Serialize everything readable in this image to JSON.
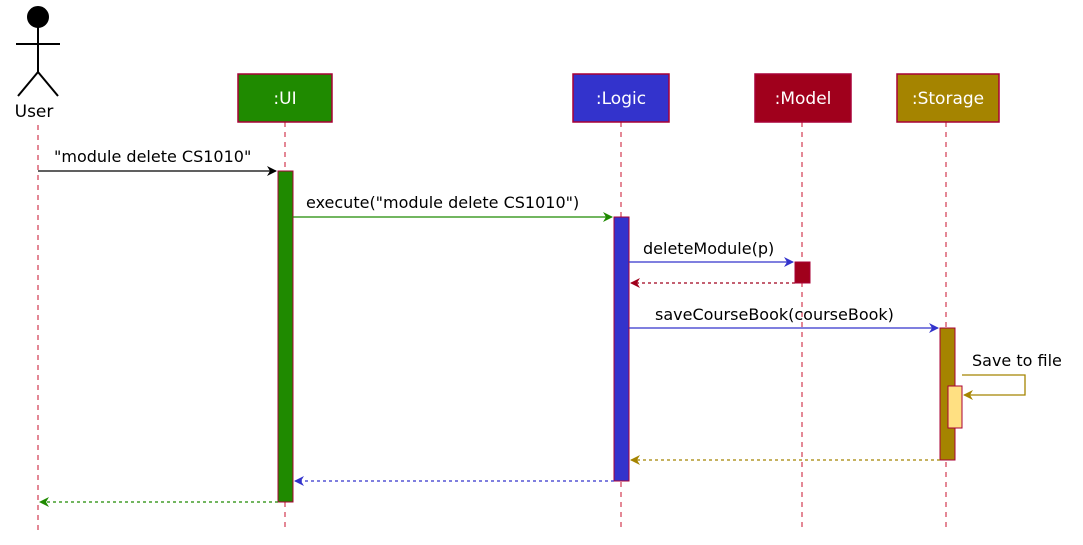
{
  "actor": {
    "label": "User",
    "icon": "stick-figure-icon"
  },
  "participants": [
    {
      "id": "ui",
      "label": ":UI",
      "fill": "#1f8a00",
      "border": "#a80036"
    },
    {
      "id": "logic",
      "label": ":Logic",
      "fill": "#3333cc",
      "border": "#a80036"
    },
    {
      "id": "model",
      "label": ":Model",
      "fill": "#a0001c",
      "border": "#a80036"
    },
    {
      "id": "storage",
      "label": ":Storage",
      "fill": "#a58400",
      "border": "#a80036"
    }
  ],
  "lifeline_color": "#c8102e",
  "messages": [
    {
      "from": "user",
      "to": "ui",
      "label": "\"module delete CS1010\"",
      "kind": "call",
      "color": "#000000"
    },
    {
      "from": "ui",
      "to": "logic",
      "label": "execute(\"module delete CS1010\")",
      "kind": "call",
      "color": "#1f8a00"
    },
    {
      "from": "logic",
      "to": "model",
      "label": "deleteModule(p)",
      "kind": "call",
      "color": "#3333cc"
    },
    {
      "from": "model",
      "to": "logic",
      "label": "",
      "kind": "return",
      "color": "#a0001c"
    },
    {
      "from": "logic",
      "to": "storage",
      "label": "saveCourseBook(courseBook)",
      "kind": "call",
      "color": "#3333cc"
    },
    {
      "from": "storage",
      "to": "storage",
      "label": "Save to file",
      "kind": "self",
      "color": "#a58400"
    },
    {
      "from": "storage",
      "to": "logic",
      "label": "",
      "kind": "return",
      "color": "#a58400"
    },
    {
      "from": "logic",
      "to": "ui",
      "label": "",
      "kind": "return",
      "color": "#3333cc"
    },
    {
      "from": "ui",
      "to": "user",
      "label": "",
      "kind": "return",
      "color": "#1f8a00"
    }
  ],
  "activations": [
    {
      "on": "ui",
      "color": "#1f8a00"
    },
    {
      "on": "logic",
      "color": "#3333cc"
    },
    {
      "on": "model",
      "color": "#a0001c"
    },
    {
      "on": "storage",
      "color": "#a58400"
    },
    {
      "on": "storage",
      "color": "#ffe082",
      "nested": true
    }
  ]
}
